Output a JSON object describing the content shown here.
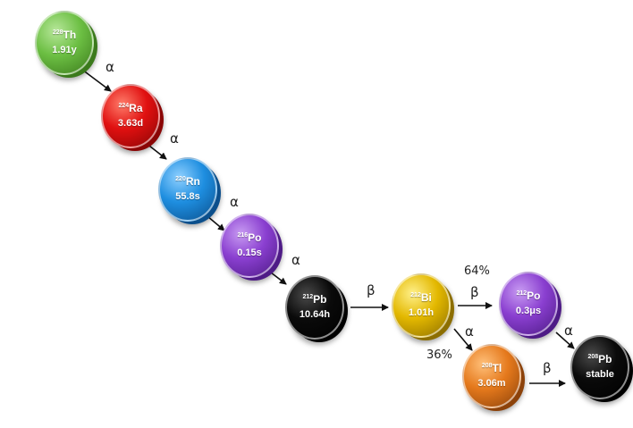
{
  "nuclides": [
    {
      "id": "th228",
      "mass": "228",
      "symbol": "Th",
      "halflife": "1.91y",
      "main": "#6cbf43",
      "light": "#b7e79a",
      "dark": "#3b7a1c"
    },
    {
      "id": "ra224",
      "mass": "224",
      "symbol": "Ra",
      "halflife": "3.63d",
      "main": "#e01010",
      "light": "#ff7c6a",
      "dark": "#8a0505"
    },
    {
      "id": "rn220",
      "mass": "220",
      "symbol": "Rn",
      "halflife": "55.8s",
      "main": "#1e8ee0",
      "light": "#8fd0ff",
      "dark": "#0b4f8c"
    },
    {
      "id": "po216",
      "mass": "216",
      "symbol": "Po",
      "halflife": "0.15s",
      "main": "#8a3fd0",
      "light": "#c89bf2",
      "dark": "#4e1b86"
    },
    {
      "id": "pb212",
      "mass": "212",
      "symbol": "Pb",
      "halflife": "10.64h",
      "main": "#0a0a0a",
      "light": "#4a4a4a",
      "dark": "#000000"
    },
    {
      "id": "bi212",
      "mass": "212",
      "symbol": "Bi",
      "halflife": "1.01h",
      "main": "#e3b800",
      "light": "#fff08a",
      "dark": "#8c6e00"
    },
    {
      "id": "po212",
      "mass": "212",
      "symbol": "Po",
      "halflife": "0.3μs",
      "main": "#8a3fd0",
      "light": "#c89bf2",
      "dark": "#4e1b86"
    },
    {
      "id": "tl208",
      "mass": "208",
      "symbol": "Tl",
      "halflife": "3.06m",
      "main": "#e5791c",
      "light": "#ffc07a",
      "dark": "#8c420a"
    },
    {
      "id": "pb208",
      "mass": "208",
      "symbol": "Pb",
      "halflife": "stable",
      "main": "#0a0a0a",
      "light": "#4a4a4a",
      "dark": "#000000"
    }
  ],
  "decays": [
    {
      "from": "th228",
      "to": "ra224",
      "mode": "α"
    },
    {
      "from": "ra224",
      "to": "rn220",
      "mode": "α"
    },
    {
      "from": "rn220",
      "to": "po216",
      "mode": "α"
    },
    {
      "from": "po216",
      "to": "pb212",
      "mode": "α"
    },
    {
      "from": "pb212",
      "to": "bi212",
      "mode": "β"
    },
    {
      "from": "bi212",
      "to": "po212",
      "mode": "β",
      "branch": "64%"
    },
    {
      "from": "bi212",
      "to": "tl208",
      "mode": "α",
      "branch": "36%"
    },
    {
      "from": "po212",
      "to": "pb208",
      "mode": "α"
    },
    {
      "from": "tl208",
      "to": "pb208",
      "mode": "β"
    }
  ]
}
